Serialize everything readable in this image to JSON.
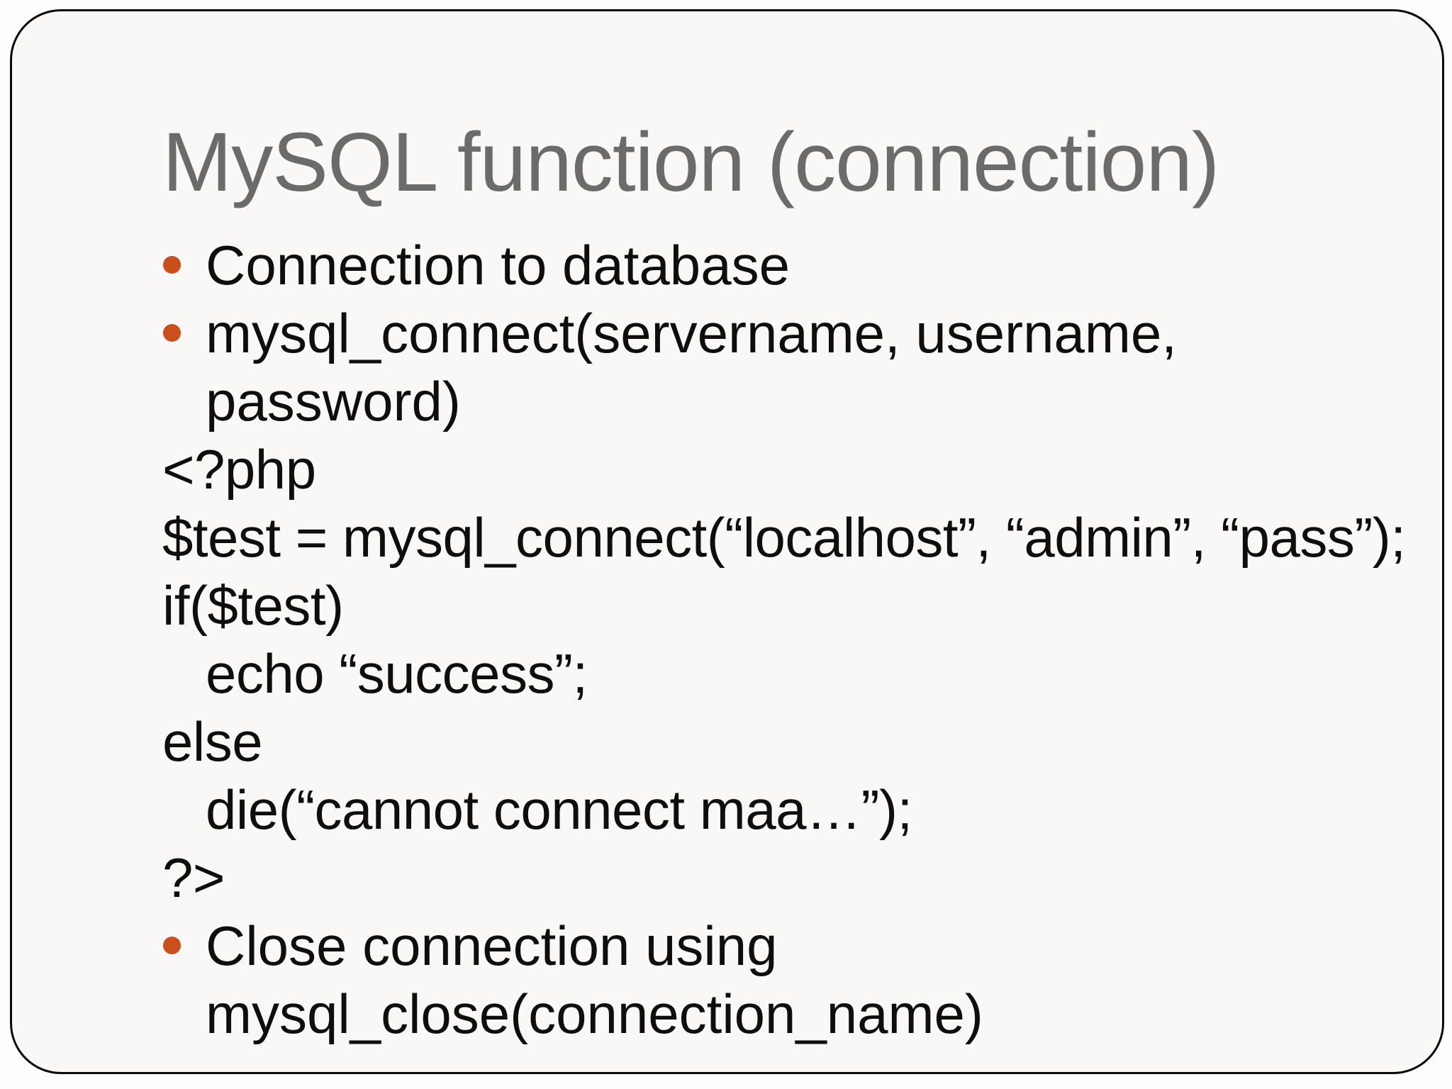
{
  "slide": {
    "title": "MySQL function (connection)",
    "colors": {
      "title_gray": "#6B6B6B",
      "body_text": "#0E0E0E",
      "bullet_accent": "#C94F1C",
      "slide_background": "#F9F8F6",
      "page_background": "#FDFDFD",
      "border": "#0A0A0A"
    },
    "content": [
      {
        "type": "bullet",
        "lines": [
          "Connection to database"
        ]
      },
      {
        "type": "bullet",
        "lines": [
          "mysql_connect(servername, username,",
          "password)"
        ]
      },
      {
        "type": "code",
        "indent": 0,
        "text": "<?php"
      },
      {
        "type": "code",
        "indent": 0,
        "text": "$test = mysql_connect(“localhost”, “admin”, “pass”);"
      },
      {
        "type": "code",
        "indent": 0,
        "text": "if($test)"
      },
      {
        "type": "code",
        "indent": 1,
        "text": "echo “success”;"
      },
      {
        "type": "code",
        "indent": 0,
        "text": "else"
      },
      {
        "type": "code",
        "indent": 1,
        "text": "die(“cannot connect maa…”);"
      },
      {
        "type": "code",
        "indent": 0,
        "text": "?>"
      },
      {
        "type": "bullet",
        "lines": [
          "Close connection using",
          "mysql_close(connection_name)"
        ]
      }
    ]
  }
}
